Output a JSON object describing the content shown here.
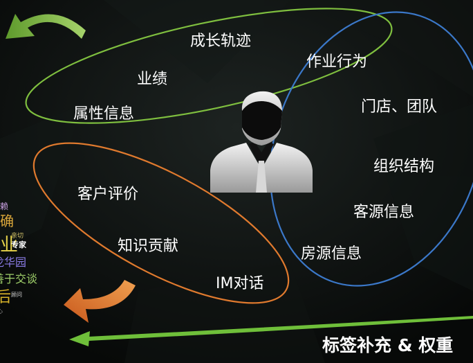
{
  "green_group": {
    "items": [
      "成长轨迹",
      "业绩",
      "属性信息"
    ]
  },
  "blue_group": {
    "items": [
      "作业行为",
      "门店、团队",
      "组织结构",
      "客源信息",
      "房源信息"
    ]
  },
  "orange_group": {
    "items": [
      "客户评价",
      "知识贡献",
      "IM对话"
    ]
  },
  "word_cloud": {
    "words": [
      "赖",
      "确",
      "亲切",
      "业",
      "专家",
      "龙华园",
      "善于交谈",
      "后",
      "顾问",
      "心"
    ]
  },
  "bottom_banner": {
    "text": "标签补充 & 权重"
  },
  "colors": {
    "green": "#7fbf3f",
    "blue": "#3b78c9",
    "orange": "#e07a2e",
    "background": "#0b0d0c"
  },
  "icons": {
    "center": "person-avatar-icon",
    "top_arrow": "curved-arrow-left-icon",
    "orange_arrow": "curved-arrow-down-left-icon",
    "bottom_arrow": "long-arrow-left-icon"
  }
}
